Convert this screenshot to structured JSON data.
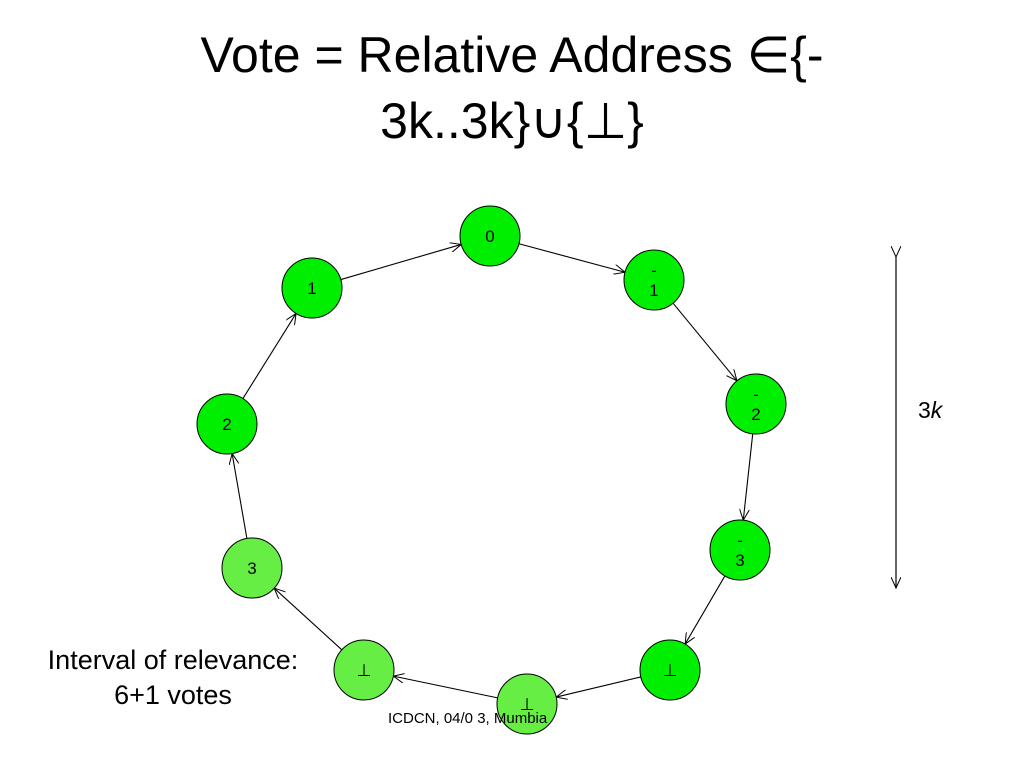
{
  "title": {
    "line1": "Vote = Relative Address ∈{-",
    "line2": "3k..3k}∪{⊥}"
  },
  "nodes": [
    {
      "id": "n0",
      "label_lines": [
        "0"
      ]
    },
    {
      "id": "nm1",
      "label_lines": [
        "-",
        "1"
      ]
    },
    {
      "id": "nm2",
      "label_lines": [
        "-",
        "2"
      ]
    },
    {
      "id": "nm3",
      "label_lines": [
        "-",
        "3"
      ]
    },
    {
      "id": "nb1",
      "label_lines": [
        "⊥"
      ]
    },
    {
      "id": "nb2",
      "label_lines": [
        "⊥"
      ]
    },
    {
      "id": "nb3",
      "label_lines": [
        "⊥"
      ]
    },
    {
      "id": "n3",
      "label_lines": [
        "3"
      ]
    },
    {
      "id": "n2",
      "label_lines": [
        "2"
      ]
    },
    {
      "id": "n1",
      "label_lines": [
        "1"
      ]
    }
  ],
  "colors": {
    "node_bright": "#00ee00",
    "node_light": "#66ee44",
    "stroke": "#000000"
  },
  "dimension": {
    "label_number": "3",
    "label_var": "k"
  },
  "caption": {
    "line1": "Interval of relevance:",
    "line2": "6+1 votes"
  },
  "footer": "ICDCN, 04/0 3, Mumbia"
}
